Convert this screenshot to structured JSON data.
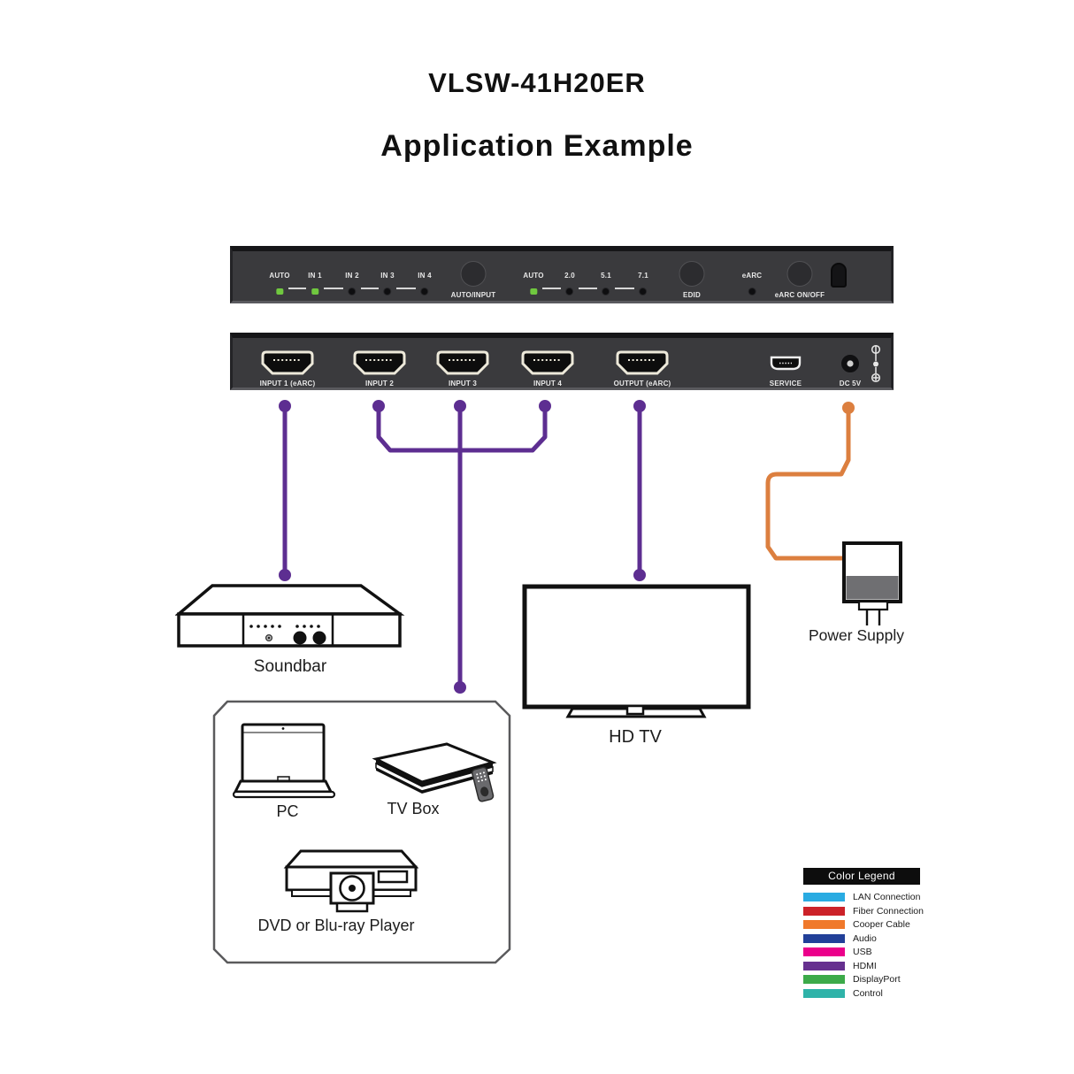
{
  "title": "VLSW-41H20ER",
  "subtitle": "Application Example",
  "front_panel": {
    "input_leds": [
      {
        "label": "AUTO",
        "on": true
      },
      {
        "label": "IN 1",
        "on": true
      },
      {
        "label": "IN 2",
        "on": false
      },
      {
        "label": "IN 3",
        "on": false
      },
      {
        "label": "IN 4",
        "on": false
      }
    ],
    "auto_input_button": "AUTO/INPUT",
    "audio_leds": [
      {
        "label": "AUTO",
        "on": true
      },
      {
        "label": "2.0",
        "on": false
      },
      {
        "label": "5.1",
        "on": false
      },
      {
        "label": "7.1",
        "on": false
      }
    ],
    "edid_button": "EDID",
    "earc_led": {
      "label": "eARC",
      "on": false
    },
    "earc_button": "eARC ON/OFF"
  },
  "rear_panel": {
    "ports": [
      "INPUT 1 (eARC)",
      "INPUT 2",
      "INPUT 3",
      "INPUT 4",
      "OUTPUT (eARC)"
    ],
    "service_label": "SERVICE",
    "dc_label": "DC 5V"
  },
  "devices": {
    "soundbar": "Soundbar",
    "tv": "HD TV",
    "power": "Power Supply",
    "pc": "PC",
    "tvbox": "TV Box",
    "dvd": "DVD or Blu-ray Player"
  },
  "legend": {
    "title": "Color Legend",
    "items": [
      {
        "label": "LAN Connection",
        "color": "#29ABE2"
      },
      {
        "label": "Fiber Connection",
        "color": "#CC2229"
      },
      {
        "label": "Cooper Cable",
        "color": "#F0792B"
      },
      {
        "label": "Audio",
        "color": "#224099"
      },
      {
        "label": "USB",
        "color": "#EB008B"
      },
      {
        "label": "HDMI",
        "color": "#66308F"
      },
      {
        "label": "DisplayPort",
        "color": "#3CAA49"
      },
      {
        "label": "Control",
        "color": "#2FB3A9"
      }
    ]
  },
  "colors": {
    "hdmi_cable": "#5D2E91",
    "power_cable": "#DC7F3F",
    "led_green": "#70C83F"
  }
}
